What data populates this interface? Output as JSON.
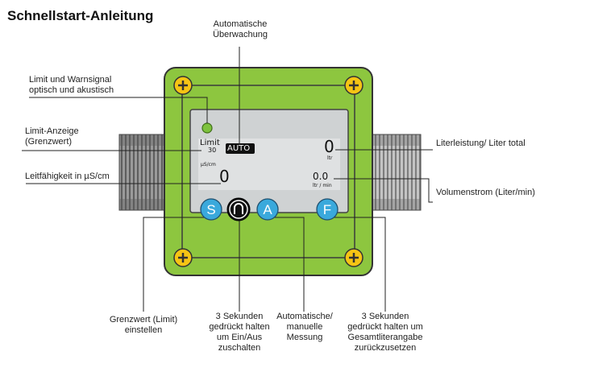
{
  "title": "Schnellstart-Anleitung",
  "labels": {
    "auto_watch": [
      "Automatische",
      "Überwachung"
    ],
    "limit_signal": [
      "Limit und Warnsignal",
      "optisch und akustisch"
    ],
    "limit_display": [
      "Limit-Anzeige",
      "(Grenzwert)"
    ],
    "conductivity": "Leitfähigkeit in µS/cm",
    "liter": "Literleistung/ Liter total",
    "flow": "Volumenstrom (Liter/min)",
    "limit_set": [
      "Grenzwert (Limit)",
      "einstellen"
    ],
    "power": [
      "3 Sekunden",
      "gedrückt halten",
      "um Ein/Aus",
      "zuschalten"
    ],
    "auto_manual": [
      "Automatische/",
      "manuelle",
      "Messung"
    ],
    "reset": [
      "3 Sekunden",
      "gedrückt halten um",
      "Gesamtliterangabe",
      "zurückzusetzen"
    ]
  },
  "lcd": {
    "limit_word": "Limit",
    "limit_value": "30",
    "auto": "AUTO",
    "unit_us": "µS/cm",
    "conductivity_value": "0",
    "liter_value": "0",
    "liter_unit": "ltr",
    "flow_value": "0.0",
    "flow_unit": "ltr / min"
  },
  "buttons": {
    "s": "S",
    "a": "A",
    "f": "F"
  },
  "colors": {
    "housing": "#8dc63f",
    "button": "#3aa9dc",
    "thread": "#8c8c8c",
    "lcd": "#cfd2d3"
  }
}
